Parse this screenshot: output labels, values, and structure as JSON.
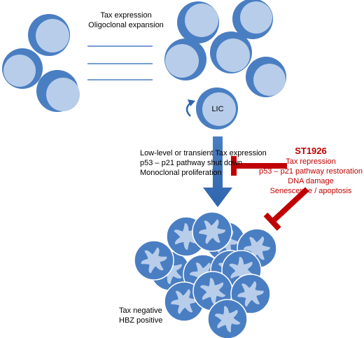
{
  "top_label": {
    "line1": "Tax expression",
    "line2": "Oligoclonal expansion"
  },
  "lic_label": "LIC",
  "middle_label": {
    "line1": "Low-level or transient Tax expression",
    "line2": "p53 – p21 pathway shut down",
    "line3": "Monoclonal proliferation"
  },
  "drug": {
    "name": "ST1926",
    "effects": [
      "Tax repression",
      "p53 – p21 pathway restoration",
      "DNA damage",
      "Senescence / apoptosis"
    ]
  },
  "bottom_label": {
    "line1": "Tax negative",
    "line2": "HBZ positive"
  },
  "colors": {
    "cell_outer": "#4a7ec2",
    "cell_inner": "#b7cdea",
    "arrow_blue": "#4a7ec2",
    "inhibit_red": "#c00000"
  }
}
